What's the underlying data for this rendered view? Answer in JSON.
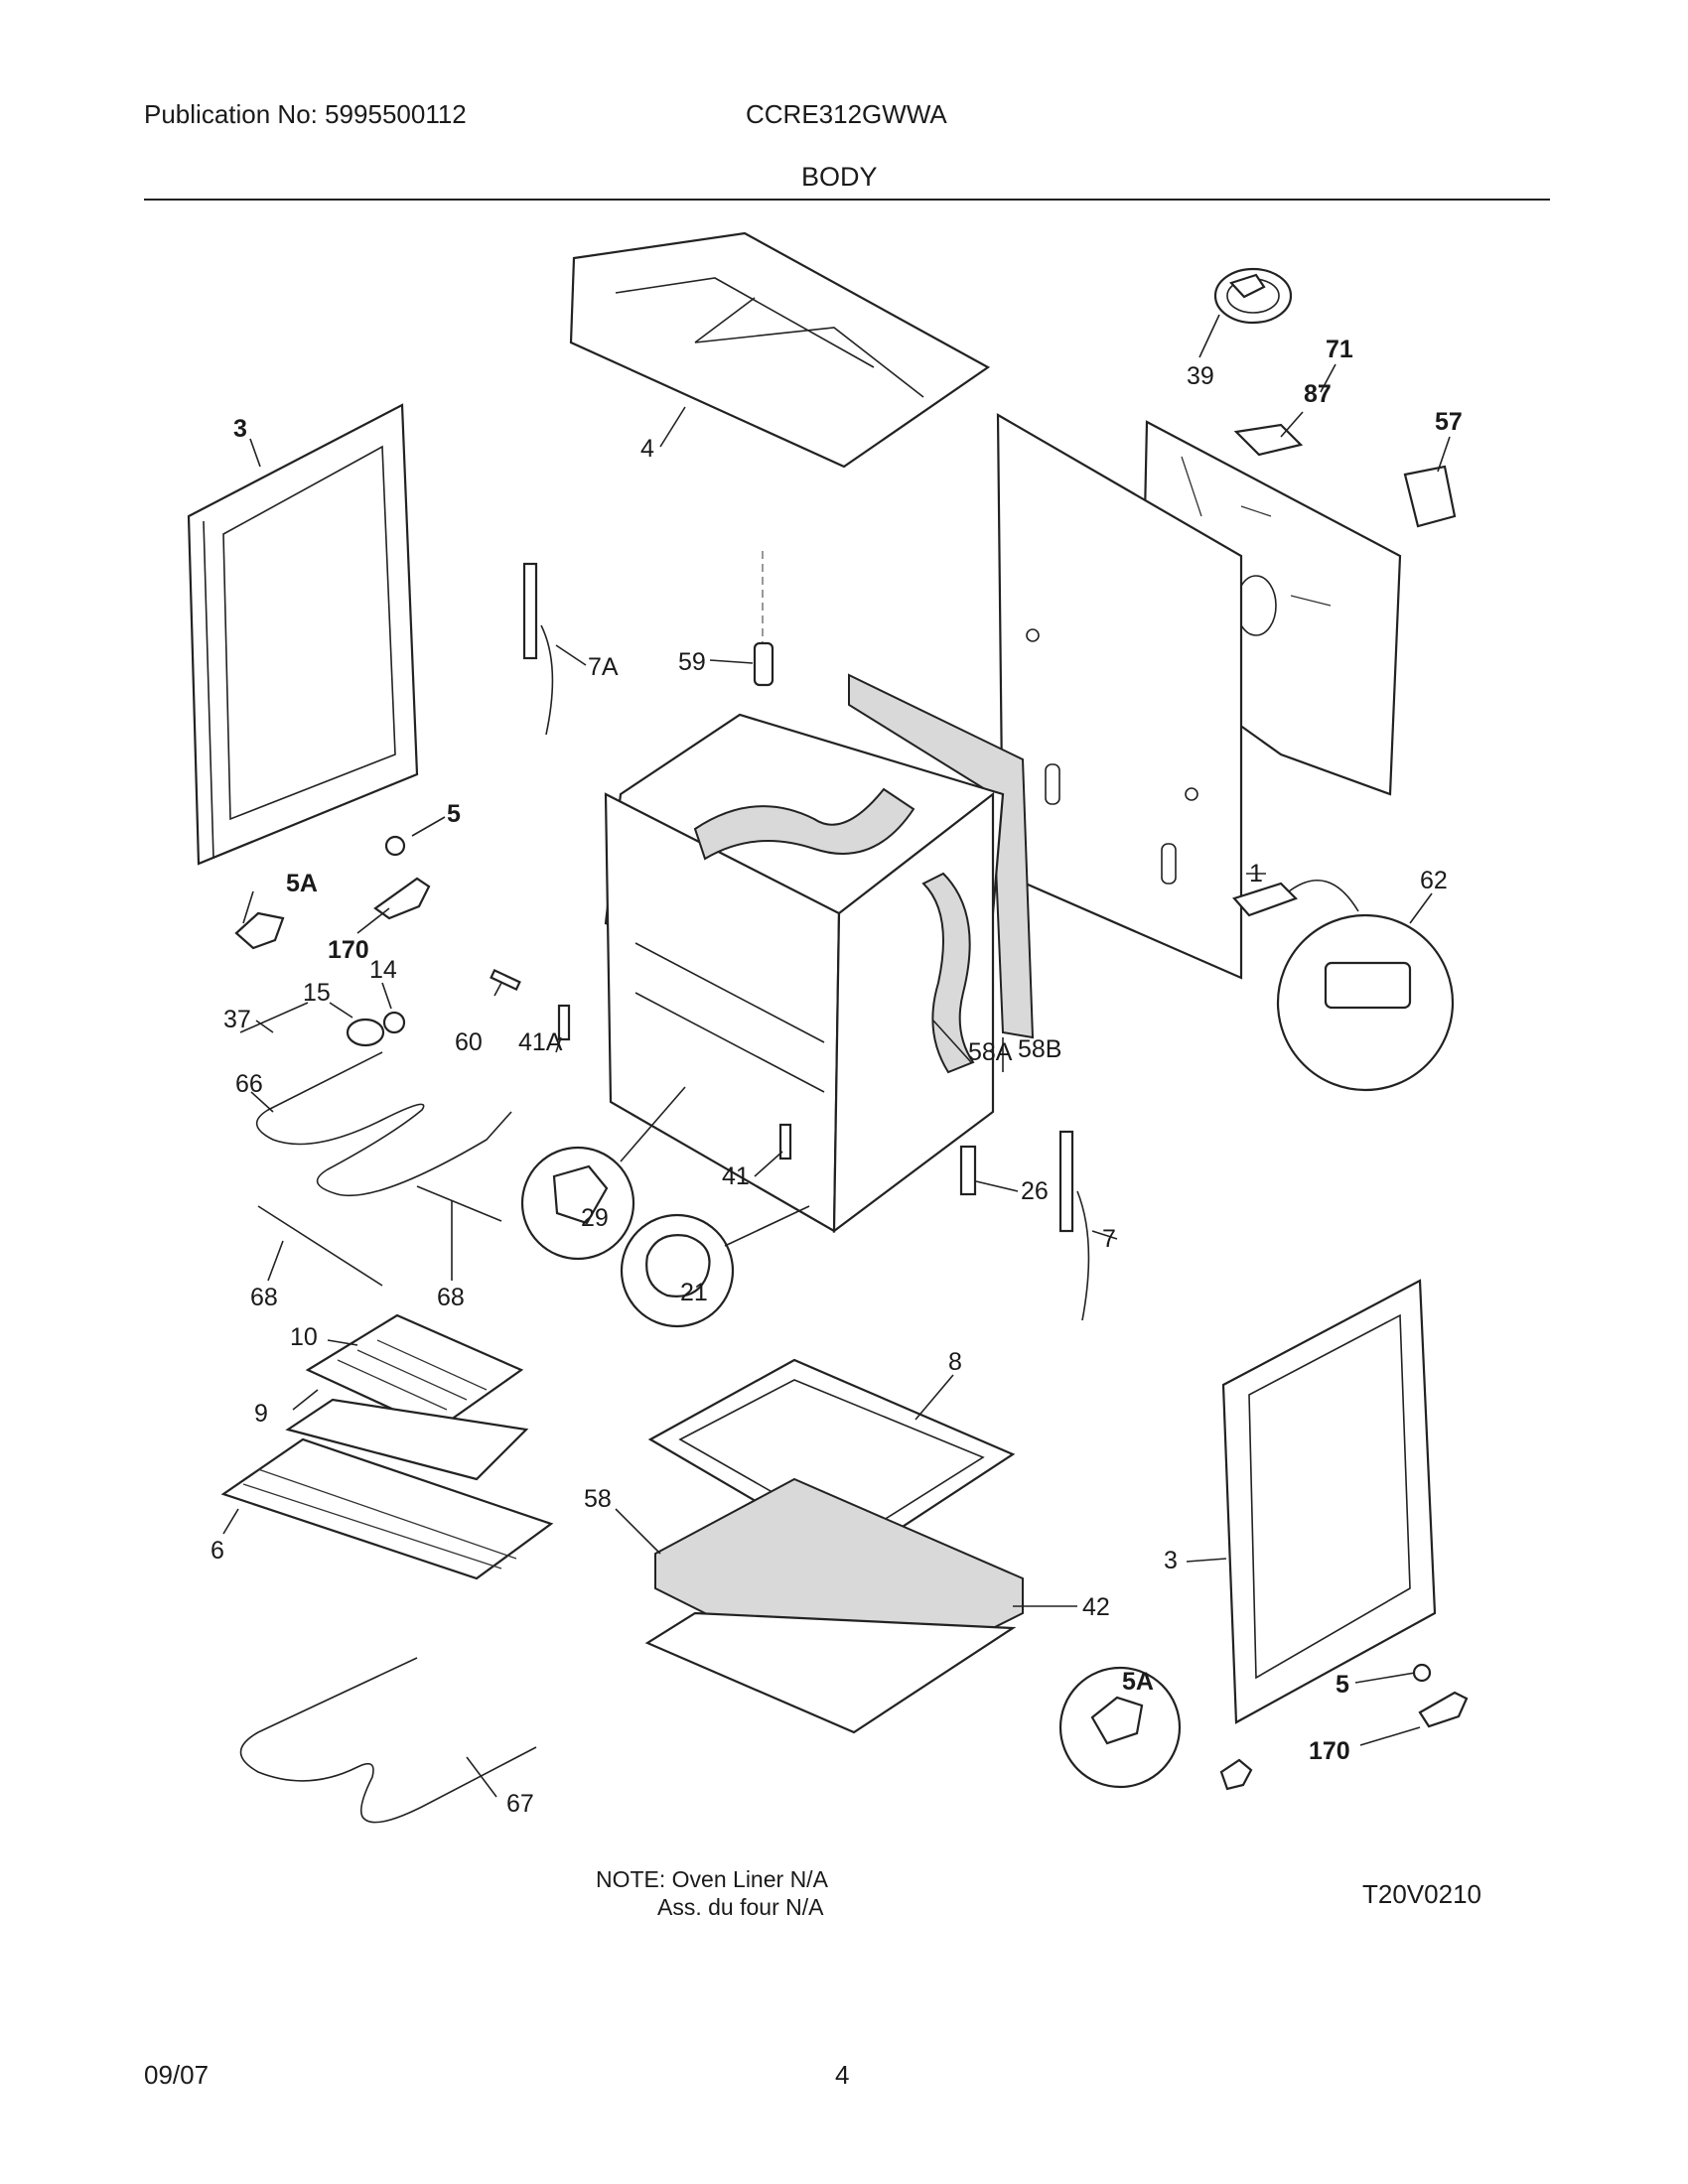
{
  "header": {
    "publication": "Publication No: 5995500112",
    "model": "CCRE312GWWA",
    "section": "BODY"
  },
  "note": {
    "line1": "NOTE: Oven Liner N/A",
    "line2": "Ass. du four N/A"
  },
  "diagram_code": "T20V0210",
  "footer": {
    "date": "09/07",
    "page": "4"
  },
  "callouts": {
    "p1": "1",
    "p3a": "3",
    "p3b": "3",
    "p4": "4",
    "p5a": "5",
    "p5b": "5",
    "p5Aa": "5A",
    "p5Ab": "5A",
    "p6": "6",
    "p7": "7",
    "p7A": "7A",
    "p8": "8",
    "p9": "9",
    "p10": "10",
    "p14": "14",
    "p15": "15",
    "p21": "21",
    "p26": "26",
    "p29": "29",
    "p37": "37",
    "p39": "39",
    "p41": "41",
    "p41A": "41A",
    "p42": "42",
    "p57": "57",
    "p58": "58",
    "p58A": "58A",
    "p58B": "58B",
    "p59": "59",
    "p60": "60",
    "p62": "62",
    "p66": "66",
    "p67": "67",
    "p68a": "68",
    "p68b": "68",
    "p71": "71",
    "p87": "87",
    "p170a": "170",
    "p170b": "170"
  }
}
